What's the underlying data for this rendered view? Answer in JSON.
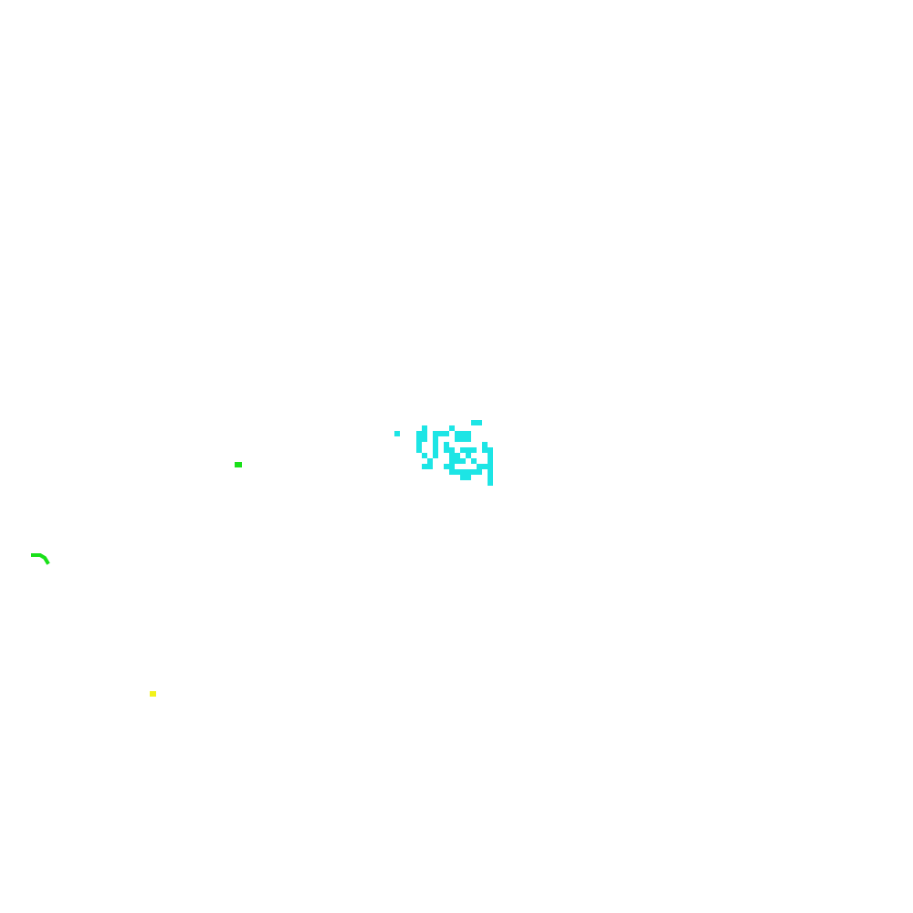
{
  "colors": {
    "background": "#ffffff",
    "cyan": "#1de5e5",
    "green": "#19e019",
    "yellow": "#f2f21a"
  },
  "marks": [
    {
      "name": "cyan-pixel-cluster",
      "color_key": "cyan"
    },
    {
      "name": "green-pixel-dot",
      "color_key": "green"
    },
    {
      "name": "green-curved-stroke",
      "color_key": "green"
    },
    {
      "name": "yellow-pixel-dot",
      "color_key": "yellow"
    }
  ]
}
